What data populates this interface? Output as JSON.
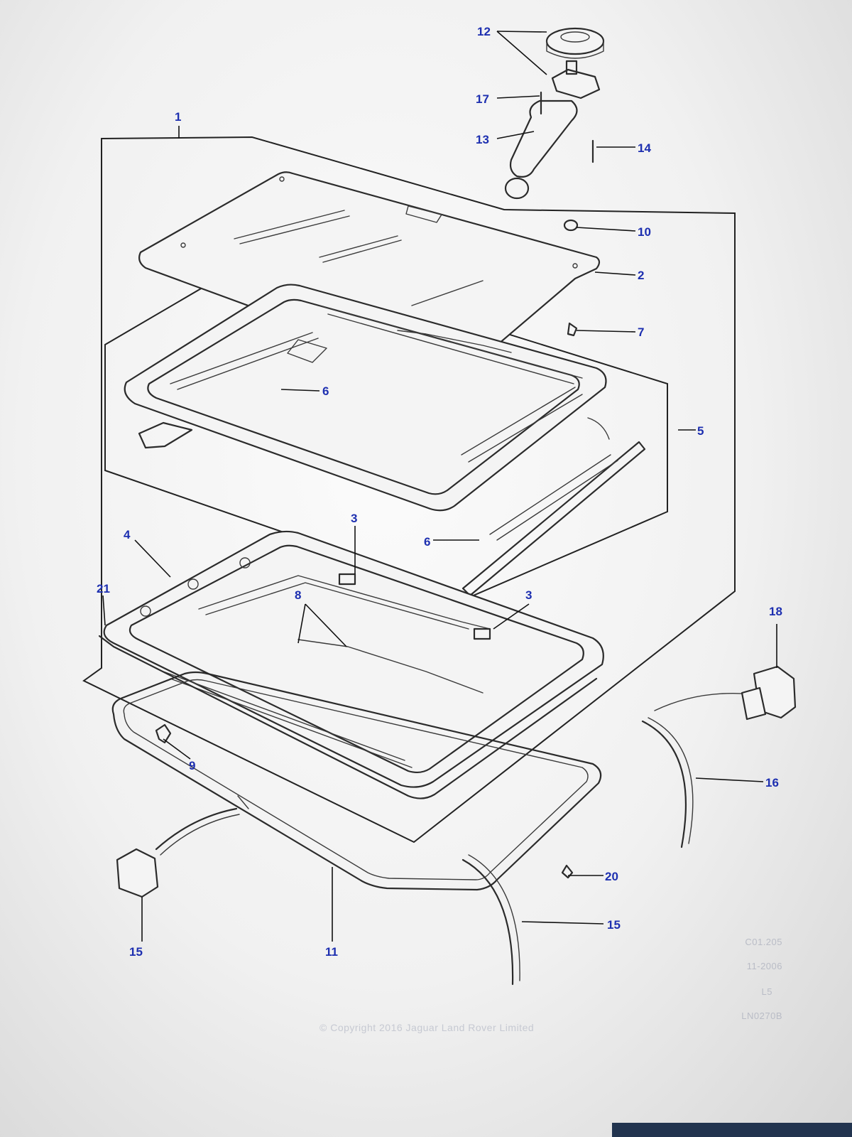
{
  "diagram": {
    "callouts": [
      "1",
      "2",
      "3",
      "3",
      "4",
      "5",
      "6",
      "6",
      "7",
      "8",
      "9",
      "10",
      "11",
      "12",
      "13",
      "14",
      "15",
      "15",
      "16",
      "17",
      "18",
      "20",
      "21"
    ],
    "meta": {
      "ref_code": "C01.205",
      "date": "11-2006",
      "model": "L5",
      "drawing_no": "LN0270B"
    },
    "copyright": "© Copyright 2016 Jaguar Land Rover Limited"
  },
  "colors": {
    "callout_text": "#1d2fb0",
    "line_art": "#2b2b2b",
    "meta_text": "#b9bcc6"
  }
}
